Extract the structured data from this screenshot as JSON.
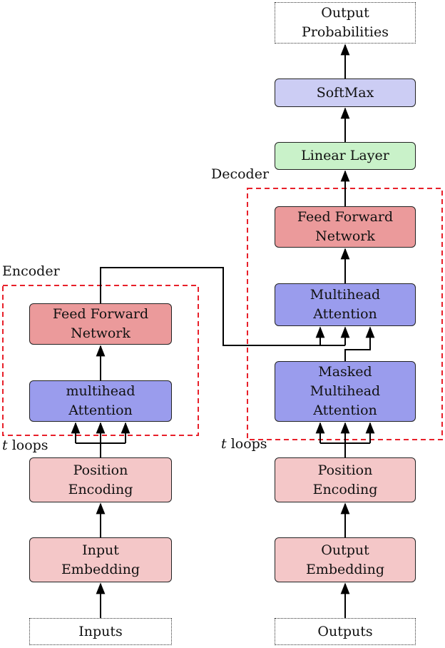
{
  "encoder": {
    "group_label": "Encoder",
    "loops_var": "t",
    "loops_text": "loops",
    "feed_forward": [
      "Feed Forward",
      "Network"
    ],
    "attention": [
      "multihead",
      "Attention"
    ],
    "position_encoding": [
      "Position",
      "Encoding"
    ],
    "embedding": [
      "Input",
      "Embedding"
    ],
    "input": "Inputs"
  },
  "decoder": {
    "group_label": "Decoder",
    "loops_var": "t",
    "loops_text": "loops",
    "feed_forward": [
      "Feed Forward",
      "Network"
    ],
    "attention": [
      "Multihead",
      "Attention"
    ],
    "masked_attention": [
      "Masked",
      "Multihead",
      "Attention"
    ],
    "position_encoding": [
      "Position",
      "Encoding"
    ],
    "embedding": [
      "Output",
      "Embedding"
    ],
    "input": "Outputs"
  },
  "head": {
    "linear": "Linear Layer",
    "softmax": "SoftMax",
    "output": [
      "Output",
      "Probabilities"
    ]
  },
  "colors": {
    "embedding": "#f4c7c8",
    "feed_forward": "#eb9a9b",
    "attention": "#9a9ced",
    "linear": "#c9f2c9",
    "softmax": "#cccdf4",
    "group_border": "#e8202a"
  }
}
